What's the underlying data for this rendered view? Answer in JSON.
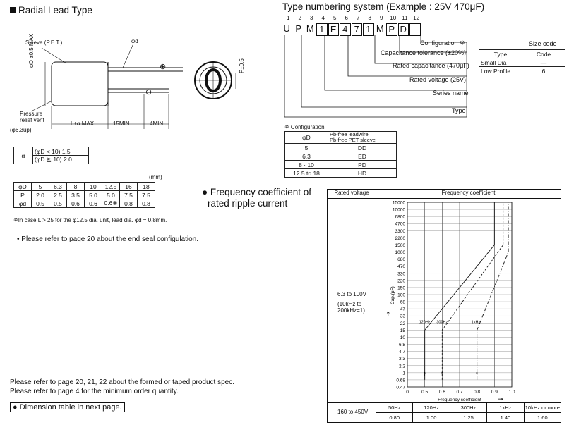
{
  "left": {
    "title": "Radial Lead Type",
    "drawing": {
      "sleeve": "Sleeve (P.E.T.)",
      "phi_d": "φd",
      "phi_D": "φD ±0.5 MAX",
      "pressure_relief_1": "Pressure",
      "pressure_relief_2": "relief vent",
      "phi63": "(φ6.3up)",
      "lmax": "L±α MAX",
      "min15": "15MIN",
      "min4": "4MIN",
      "plus": "⊕",
      "minus": "⊖",
      "p05": "P±0.5"
    },
    "alpha_table": {
      "symbol": "α",
      "rows": [
        [
          "(φD < 10)",
          "1.5"
        ],
        [
          "(φD ≧ 10)",
          "2.0"
        ]
      ]
    },
    "mm_label": "(mm)",
    "dim_table": {
      "headers": [
        "φD",
        "5",
        "6.3",
        "8",
        "10",
        "12.5",
        "16",
        "18"
      ],
      "rows": [
        [
          "P",
          "2.0",
          "2.5",
          "3.5",
          "5.0",
          "5.0",
          "7.5",
          "7.5"
        ],
        [
          "φd",
          "0.5",
          "0.5",
          "0.6",
          "0.6",
          "0.6※",
          "0.8",
          "0.8"
        ]
      ]
    },
    "footnote": "※In case L > 25 for the φ12.5 dia. unit, lead dia. φd = 0.8mm.",
    "note_seal": "• Please refer to page 20 about the end seal configulation.",
    "note_formed": "Please refer to page 20, 21, 22 about the formed or taped product spec.",
    "note_min_order": "Please refer to page 4 for the minimum order quantity.",
    "dim_table_next": "Dimension table in next page."
  },
  "typenum": {
    "title": "Type numbering system (Example : 25V 470μF)",
    "index_numbers": [
      "1",
      "2",
      "3",
      "4",
      "5",
      "6",
      "7",
      "8",
      "9",
      "10",
      "11",
      "12"
    ],
    "letters": [
      "U",
      "P",
      "M",
      "1",
      "E",
      "4",
      "7",
      "1",
      "M",
      "P",
      "D",
      ""
    ],
    "boxed_flags": [
      false,
      false,
      false,
      true,
      true,
      true,
      true,
      true,
      false,
      true,
      true,
      true
    ],
    "labels": {
      "configuration": "Configuration ※",
      "tolerance": "Capacitance tolerance (±20%)",
      "rated_cap": "Rated capacitance (470μF)",
      "rated_volt": "Rated voltage (25V)",
      "series": "Series name",
      "type": "Type"
    },
    "size_code": {
      "title": "Size code",
      "headers": [
        "Type",
        "Code"
      ],
      "rows": [
        [
          "Small Dia",
          "—"
        ],
        [
          "Low Profile",
          "6"
        ]
      ]
    },
    "config_table": {
      "title": "※ Configuration",
      "headers": [
        "φD",
        "Pb-free leadwire\nPb-free PET sleeve"
      ],
      "rows": [
        [
          "5",
          "DD"
        ],
        [
          "6.3",
          "ED"
        ],
        [
          "8 · 10",
          "PD"
        ],
        [
          "12.5 to 18",
          "HD"
        ]
      ]
    }
  },
  "freq": {
    "title_line1": "Frequency coefficient of",
    "title_line2": "rated ripple current",
    "col_rated_voltage": "Rated voltage",
    "col_freq_coef": "Frequency coefficient",
    "voltage_1": "6.3 to 100V",
    "voltage_1_note": "(10kHz to 200kHz=1)",
    "voltage_2": "160 to 450V",
    "freq_headers": [
      "50Hz",
      "120Hz",
      "300Hz",
      "1kHz",
      "10kHz or more"
    ],
    "freq_values": [
      "0.80",
      "1.00",
      "1.25",
      "1.40",
      "1.60"
    ]
  },
  "chart_data": {
    "type": "line",
    "ylabel": "Cap.(μF)",
    "xlabel": "Frequency coefficient",
    "x_ticks": [
      "0",
      "0.5",
      "0.6",
      "0.7",
      "0.8",
      "0.9",
      "1.0"
    ],
    "y_ticks": [
      "0.47",
      "0.68",
      "1",
      "2.2",
      "3.3",
      "4.7",
      "6.8",
      "10",
      "15",
      "22",
      "33",
      "47",
      "68",
      "100",
      "150",
      "220",
      "330",
      "470",
      "680",
      "1000",
      "1500",
      "2200",
      "3300",
      "4700",
      "6800",
      "10000",
      "15000"
    ],
    "series": [
      {
        "name": "120Hz",
        "style": "solid",
        "points": [
          [
            0.5,
            0.68
          ],
          [
            0.5,
            15
          ],
          [
            0.9,
            1500
          ],
          [
            0.9,
            15000
          ]
        ]
      },
      {
        "name": "300Hz",
        "style": "dashed",
        "points": [
          [
            0.6,
            0.68
          ],
          [
            0.6,
            15
          ],
          [
            0.95,
            1500
          ],
          [
            0.95,
            15000
          ]
        ]
      },
      {
        "name": "1kHz",
        "style": "dashdot",
        "points": [
          [
            0.8,
            0.68
          ],
          [
            0.8,
            15
          ],
          [
            0.98,
            1000
          ],
          [
            0.98,
            15000
          ]
        ]
      }
    ]
  }
}
